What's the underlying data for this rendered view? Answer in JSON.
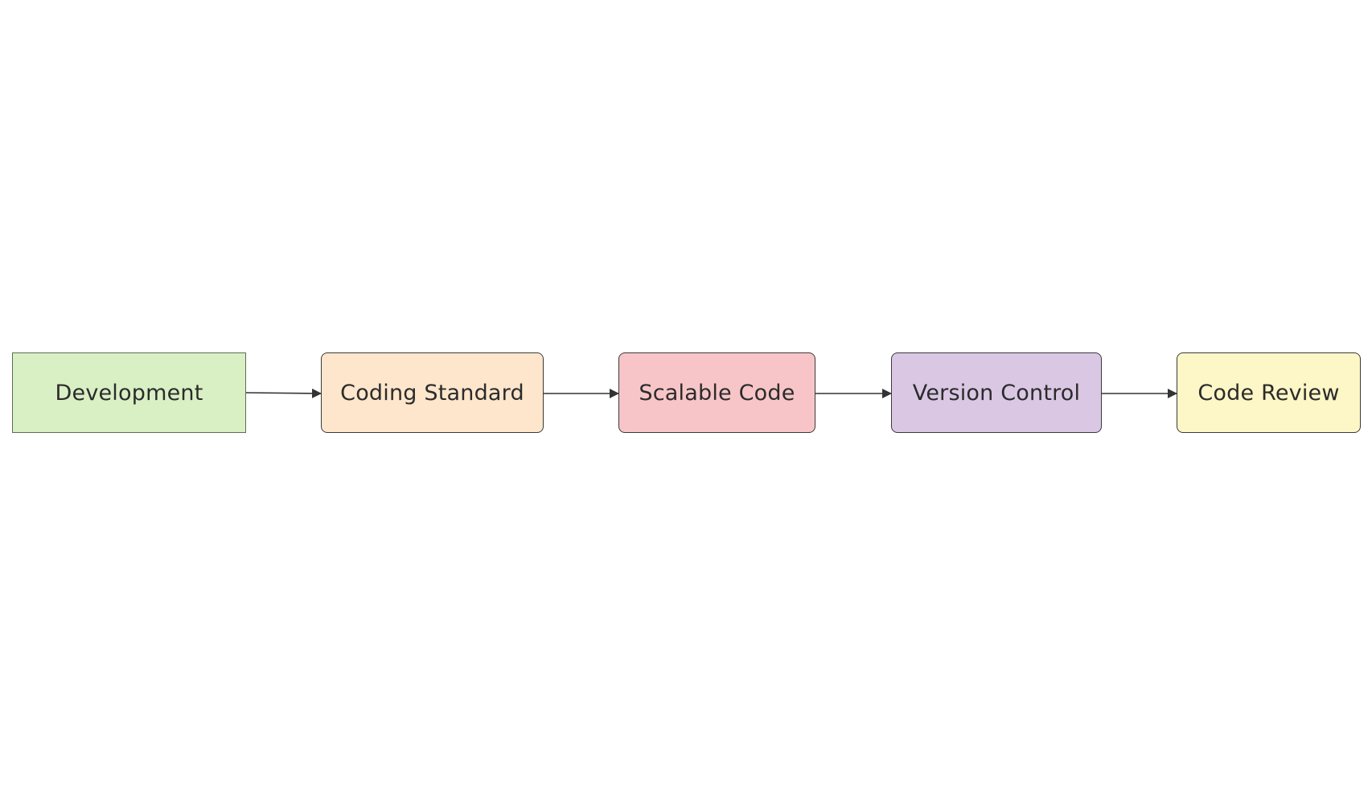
{
  "diagram": {
    "type": "flowchart",
    "direction": "left-to-right",
    "nodes": [
      {
        "id": "development",
        "label": "Development",
        "fill": "#d9efc4",
        "shape": "rectangle"
      },
      {
        "id": "coding",
        "label": "Coding Standard",
        "fill": "#fde6cb",
        "shape": "rounded"
      },
      {
        "id": "scalable",
        "label": "Scalable Code",
        "fill": "#f7c5c8",
        "shape": "rounded"
      },
      {
        "id": "version",
        "label": "Version Control",
        "fill": "#d9c7e4",
        "shape": "rounded"
      },
      {
        "id": "review",
        "label": "Code Review",
        "fill": "#fdf6c6",
        "shape": "rounded"
      }
    ],
    "edges": [
      {
        "from": "development",
        "to": "coding"
      },
      {
        "from": "coding",
        "to": "scalable"
      },
      {
        "from": "scalable",
        "to": "version"
      },
      {
        "from": "version",
        "to": "review"
      }
    ],
    "colors": {
      "line": "#333333",
      "border": "#3a3a3a",
      "background": "#ffffff"
    }
  }
}
